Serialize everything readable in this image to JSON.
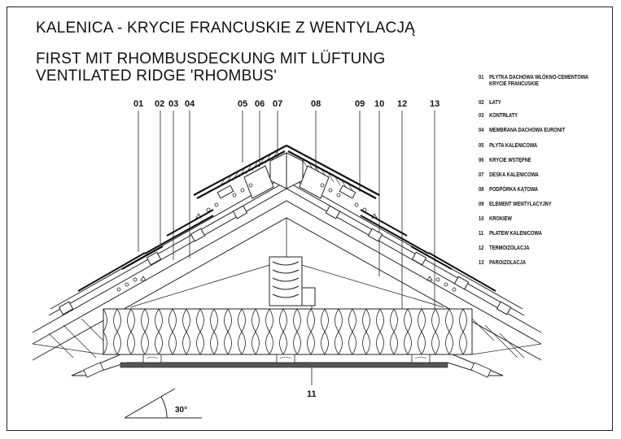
{
  "titles": {
    "polish": "KALENICA - KRYCIE FRANCUSKIE  Z WENTYLACJĄ",
    "german": "FIRST MIT RHOMBUSDECKUNG MIT LÜFTUNG",
    "english": "VENTILATED RIDGE 'RHOMBUS'"
  },
  "legend": [
    {
      "num": "01",
      "label": "PŁYTKA DACHOWA WŁÓKNO-CEMENTOWA",
      "label2": "KRYCIE FRANCUSKIE"
    },
    {
      "num": "02",
      "label": "ŁATY"
    },
    {
      "num": "03",
      "label": "KONTRŁATY"
    },
    {
      "num": "04",
      "label": "MEMBRANA DACHOWA EURONIT"
    },
    {
      "num": "05",
      "label": "PŁYTA KALENICOWA"
    },
    {
      "num": "06",
      "label": "KRYCIE WSTĘPNE"
    },
    {
      "num": "07",
      "label": "DESKA KALENICOWA"
    },
    {
      "num": "08",
      "label": "PODPÓRKA KĄTOWA"
    },
    {
      "num": "09",
      "label": "ELEMENT WENTYLACYJNY"
    },
    {
      "num": "10",
      "label": "KROKIEW"
    },
    {
      "num": "11",
      "label": "PŁATEW KALENICOWA"
    },
    {
      "num": "12",
      "label": "TERMOIZOLACJA"
    },
    {
      "num": "13",
      "label": "PAROIZOLACJA"
    }
  ],
  "callouts": [
    "01",
    "02",
    "03",
    "04",
    "05",
    "06",
    "07",
    "08",
    "09",
    "10",
    "12",
    "13",
    "11"
  ],
  "angle_label": "30°"
}
